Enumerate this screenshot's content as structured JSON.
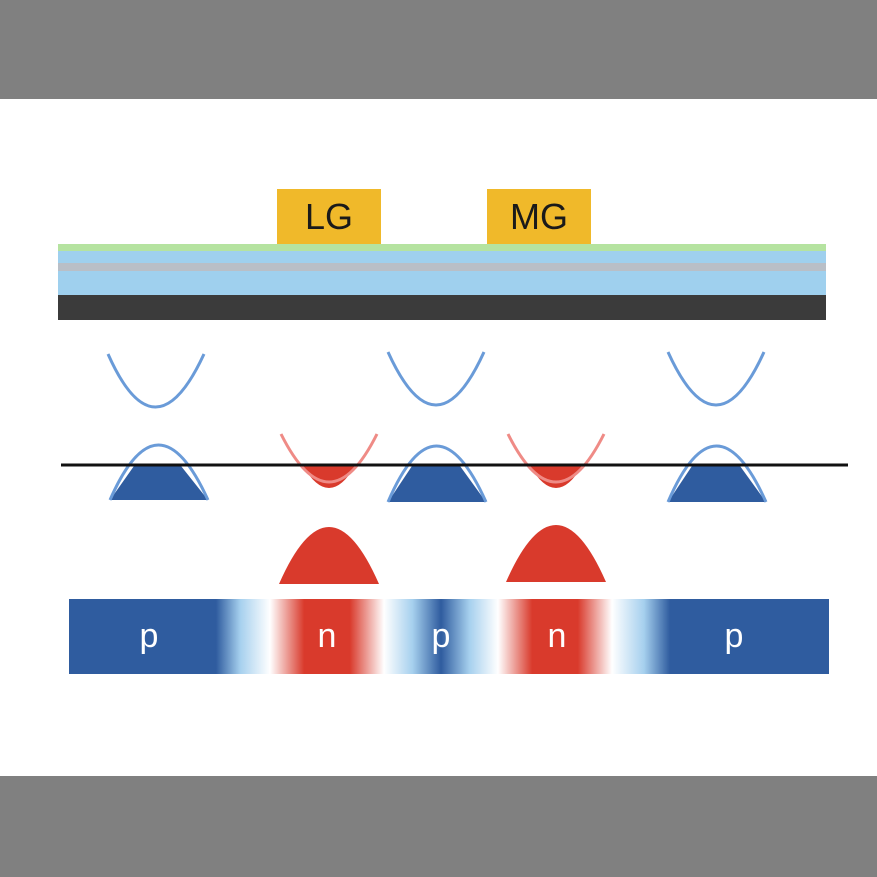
{
  "gates": [
    {
      "label": "LG"
    },
    {
      "label": "MG"
    }
  ],
  "layer_colors": {
    "top": "#b5e3a0",
    "upper": "#9fd0ee",
    "middle": "#b9bfc7",
    "lower": "#9fd0ee",
    "substrate": "#3b3b3b"
  },
  "regions": [
    {
      "label": "p",
      "type": "p"
    },
    {
      "label": "n",
      "type": "n"
    },
    {
      "label": "p",
      "type": "p"
    },
    {
      "label": "n",
      "type": "n"
    },
    {
      "label": "p",
      "type": "p"
    }
  ],
  "colors": {
    "p_region": "#2f5c9f",
    "n_region": "#d93a2c",
    "gate": "#f0b92a",
    "band_line": "#6a9bd8"
  }
}
